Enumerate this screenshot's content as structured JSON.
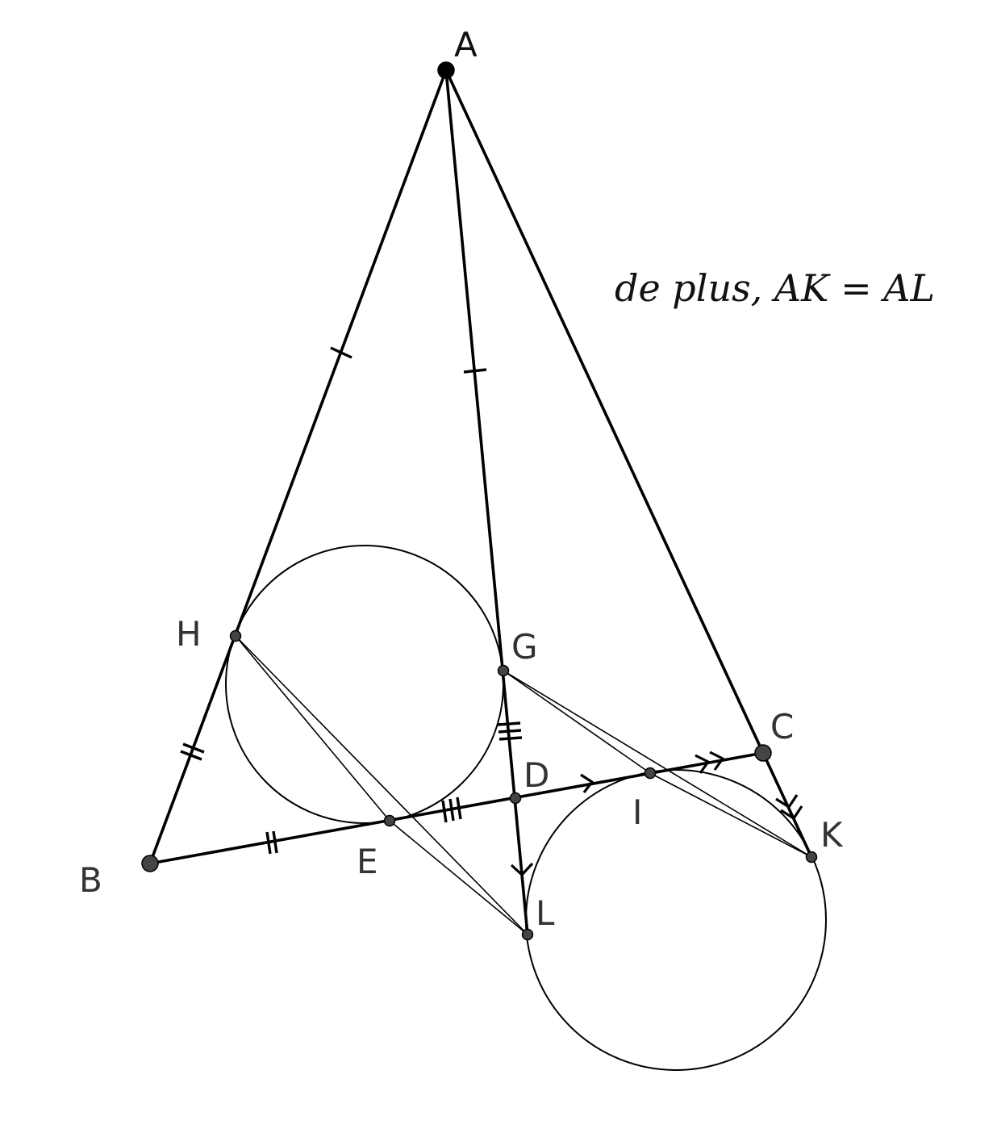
{
  "diagram": {
    "points": {
      "A": "A",
      "B": "B",
      "C": "C",
      "D": "D",
      "E": "E",
      "G": "G",
      "H": "H",
      "I": "I",
      "K": "K",
      "L": "L"
    },
    "note": "de plus, AK = AL",
    "colors": {
      "stroke": "#000000",
      "point_fill": "#444444",
      "label": "#333333"
    }
  }
}
